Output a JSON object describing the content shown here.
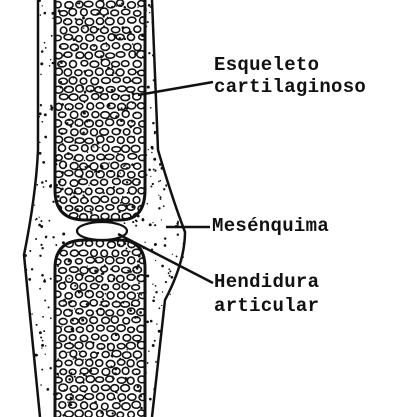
{
  "labels": {
    "skeleton_line1": "Esqueleto",
    "skeleton_line2": "cartilaginoso",
    "mesenchyme": "Mesénquima",
    "cleft_line1": "Hendidura",
    "cleft_line2": "articular"
  },
  "colors": {
    "ink": "#111111",
    "paper": "#ffffff"
  }
}
